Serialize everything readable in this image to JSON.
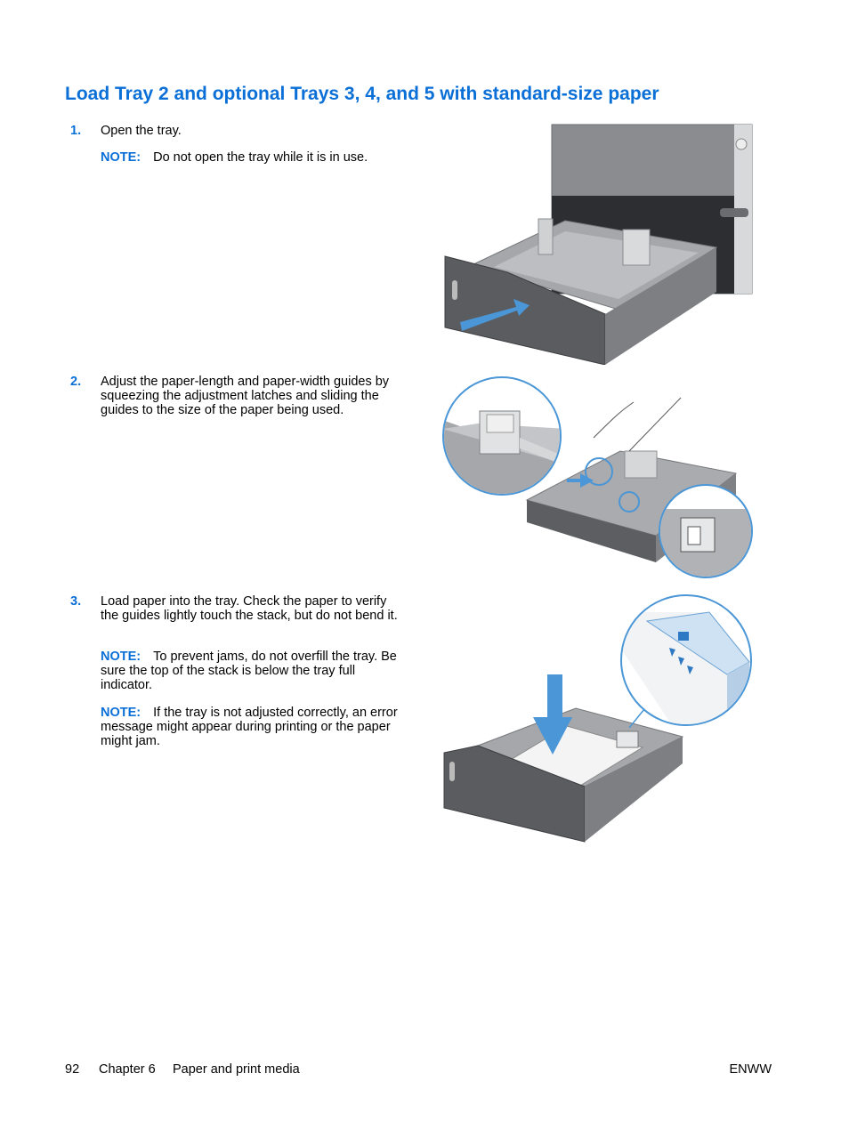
{
  "heading": "Load Tray 2 and optional Trays 3, 4, and 5 with standard-size paper",
  "steps": [
    {
      "number": "1.",
      "text": "Open the tray.",
      "notes": [
        {
          "label": "NOTE:",
          "text": "Do not open the tray while it is in use."
        }
      ]
    },
    {
      "number": "2.",
      "text": "Adjust the paper-length and paper-width guides by squeezing the adjustment latches and sliding the guides to the size of the paper being used.",
      "notes": []
    },
    {
      "number": "3.",
      "text": "Load paper into the tray. Check the paper to verify the guides lightly touch the stack, but do not bend it.",
      "notes": [
        {
          "label": "NOTE:",
          "text": "To prevent jams, do not overfill the tray. Be sure the top of the stack is below the tray full indicator."
        },
        {
          "label": "NOTE:",
          "text": "If the tray is not adjusted correctly, an error message might appear during printing or the paper might jam."
        }
      ]
    }
  ],
  "footer": {
    "page_number": "92",
    "chapter": "Chapter 6",
    "section": "Paper and print media",
    "right": "ENWW"
  },
  "colors": {
    "accent": "#0a6fd6",
    "arrow": "#4a96d6",
    "tray_dark": "#5a5c60",
    "tray_light": "#9a9c9f"
  }
}
